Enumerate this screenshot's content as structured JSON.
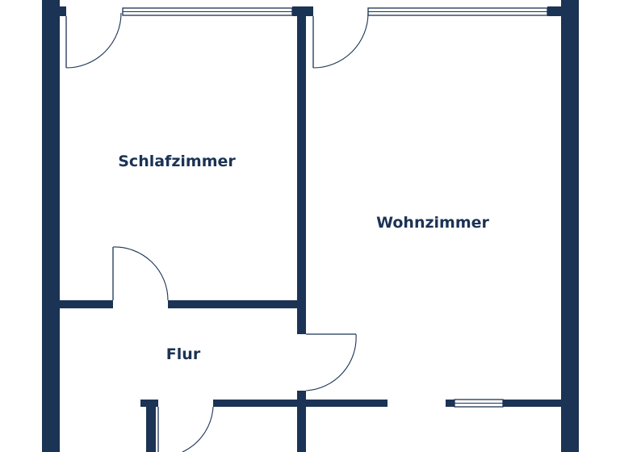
{
  "floorplan": {
    "rooms": [
      {
        "id": "schlafzimmer",
        "label": "Schlafzimmer"
      },
      {
        "id": "wohnzimmer",
        "label": "Wohnzimmer"
      },
      {
        "id": "flur",
        "label": "Flur"
      }
    ],
    "wall_color": "#1b3354",
    "background_color": "#ffffff"
  }
}
